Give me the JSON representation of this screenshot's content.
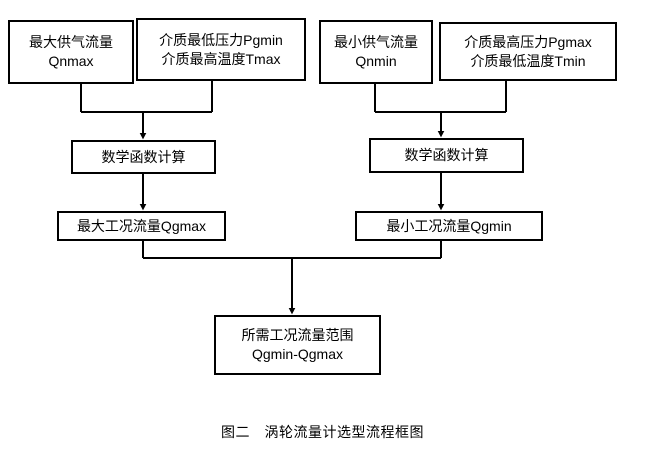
{
  "figure": {
    "caption": "图二　涡轮流量计选型流程框图",
    "background_color": "#ffffff",
    "stroke_color": "#000000"
  },
  "nodes": {
    "qnmax": {
      "line1": "最大供气流量",
      "line2": "Qnmax"
    },
    "pgmin": {
      "line1": "介质最低压力Pgmin",
      "line2": "介质最高温度Tmax"
    },
    "qnmin": {
      "line1": "最小供气流量",
      "line2": "Qnmin"
    },
    "pgmax": {
      "line1": "介质最高压力Pgmax",
      "line2": "介质最低温度Tmin"
    },
    "calc_left": {
      "line1": "数学函数计算"
    },
    "calc_right": {
      "line1": "数学函数计算"
    },
    "qgmax": {
      "line1": "最大工况流量Qgmax"
    },
    "qgmin": {
      "line1": "最小工况流量Qgmin"
    },
    "range": {
      "line1": "所需工况流量范围",
      "line2": "Qgmin-Qgmax"
    }
  },
  "edges": [
    {
      "from": "qnmax",
      "to": "calc-left-merge",
      "style": "elbow"
    },
    {
      "from": "pgmin",
      "to": "calc-left-merge",
      "style": "elbow"
    },
    {
      "from": "calc-left-merge",
      "to": "calc_left",
      "style": "arrow"
    },
    {
      "from": "calc_left",
      "to": "qgmax",
      "style": "arrow"
    },
    {
      "from": "qnmin",
      "to": "calc-right-merge",
      "style": "elbow"
    },
    {
      "from": "pgmax",
      "to": "calc-right-merge",
      "style": "elbow"
    },
    {
      "from": "calc-right-merge",
      "to": "calc_right",
      "style": "arrow"
    },
    {
      "from": "calc_right",
      "to": "qgmin",
      "style": "arrow"
    },
    {
      "from": "qgmax",
      "to": "range-merge",
      "style": "elbow"
    },
    {
      "from": "qgmin",
      "to": "range-merge",
      "style": "elbow"
    },
    {
      "from": "range-merge",
      "to": "range",
      "style": "arrow"
    }
  ]
}
